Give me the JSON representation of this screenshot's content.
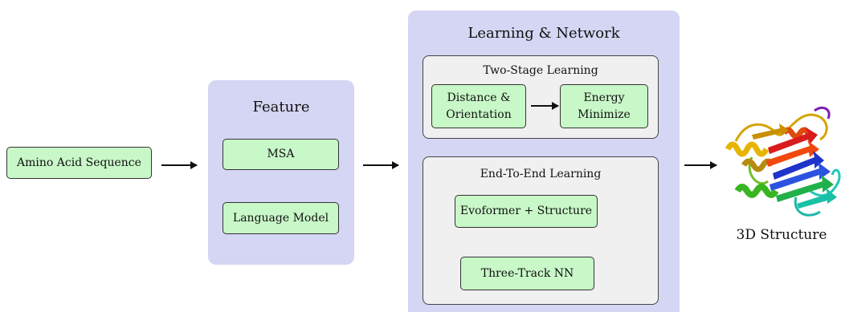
{
  "input": {
    "label": "Amino Acid Sequence"
  },
  "feature": {
    "title": "Feature",
    "items": [
      "MSA",
      "Language Model"
    ]
  },
  "learning": {
    "title": "Learning & Network",
    "two_stage": {
      "title": "Two-Stage Learning",
      "step1": "Distance &\nOrientation",
      "step2": "Energy\nMinimize"
    },
    "end_to_end": {
      "title": "End-To-End Learning",
      "items": [
        "Evoformer + Structure",
        "Three-Track NN"
      ]
    }
  },
  "output": {
    "label": "3D Structure",
    "icon": "protein-structure-icon"
  }
}
